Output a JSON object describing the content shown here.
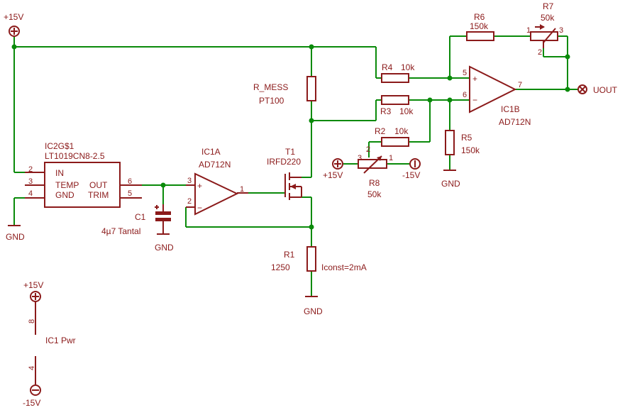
{
  "labels": {
    "top_left_rail": "+15V",
    "ic2_name": "IC2G$1",
    "ic2_value": "LT1019CN8-2.5",
    "ic2_pins": {
      "in": "IN",
      "temp": "TEMP",
      "gnd": "GND",
      "out": "OUT",
      "trim": "TRIM"
    },
    "ic2_pinnums": {
      "p2": "2",
      "p3": "3",
      "p4": "4",
      "p6": "6",
      "p5": "5"
    },
    "gnd_left": "GND",
    "c1_name": "C1",
    "c1_value": "4µ7 Tantal",
    "gnd_c1": "GND",
    "ic1a_name": "IC1A",
    "ic1a_value": "AD712N",
    "ic1a_pins": {
      "p3": "3",
      "p2": "2",
      "p1": "1"
    },
    "t1_name": "T1",
    "t1_value": "IRFD220",
    "rmess_name": "R_MESS",
    "rmess_value": "PT100",
    "r1_name": "R1",
    "r1_value": "1250",
    "iconst": "Iconst=2mA",
    "gnd_r1": "GND",
    "r4_name": "R4",
    "r4_value": "10k",
    "r3_name": "R3",
    "r3_value": "10k",
    "r2_name": "R2",
    "r2_value": "10k",
    "r8_name": "R8",
    "r8_value": "50k",
    "r8_pins": {
      "p3": "3",
      "p2": "2",
      "p1": "1"
    },
    "r8_plus": "+15V",
    "r8_minus": "-15V",
    "r5_name": "R5",
    "r5_value": "150k",
    "gnd_r5": "GND",
    "r6_name": "R6",
    "r6_value": "150k",
    "r7_name": "R7",
    "r7_value": "50k",
    "r7_pins": {
      "p1": "1",
      "p2": "2",
      "p3": "3"
    },
    "ic1b_name": "IC1B",
    "ic1b_value": "AD712N",
    "ic1b_pins": {
      "p5": "5",
      "p6": "6",
      "p7": "7"
    },
    "uout": "UOUT",
    "pwr_plus": "+15V",
    "pwr_pin8": "8",
    "pwr_name": "IC1 Pwr",
    "pwr_pin4": "4",
    "pwr_minus": "-15V",
    "opamp_plus": "+",
    "opamp_minus": "−"
  },
  "colors": {
    "wire": "#0a8a0a",
    "part": "#8b1a1a",
    "background": "#ffffff"
  }
}
